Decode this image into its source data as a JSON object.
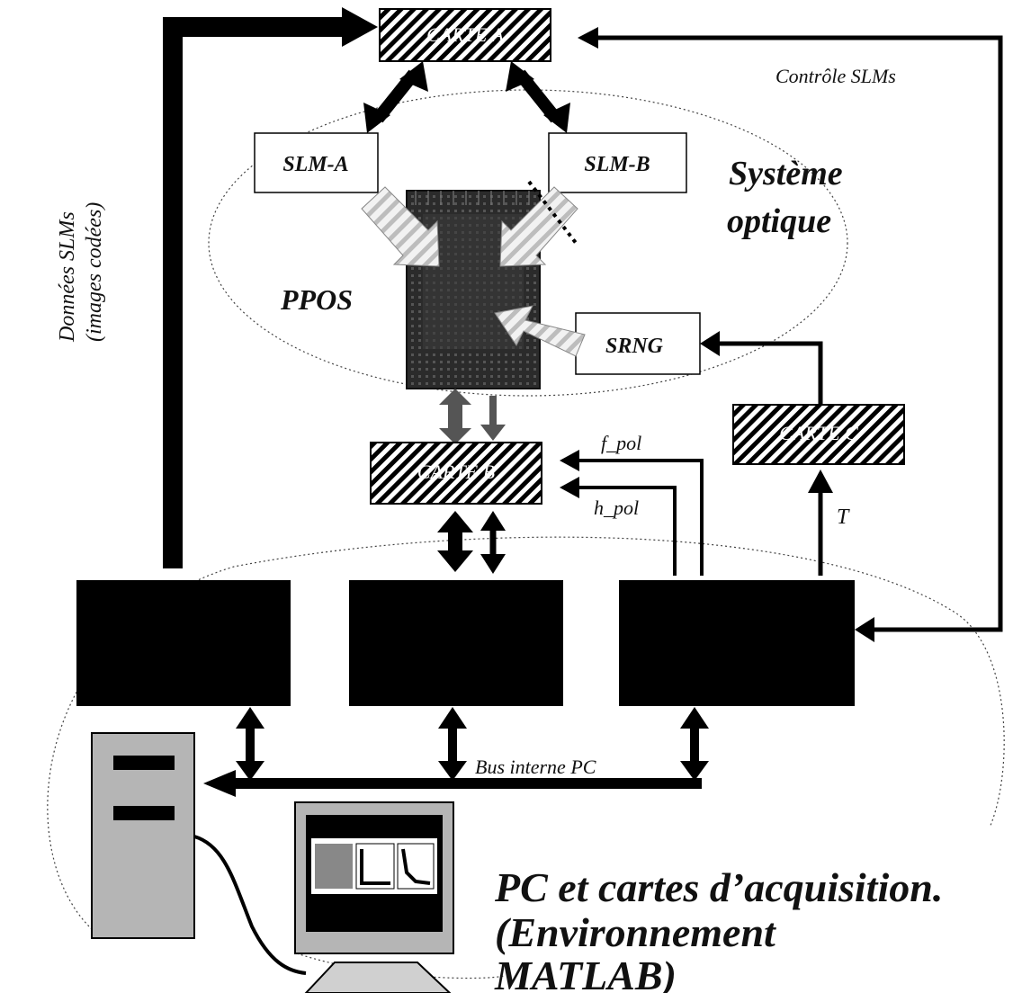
{
  "cards": {
    "a": "CARTE A",
    "b": "CARTE B",
    "c": "CARTE C"
  },
  "slm_a": "SLM-A",
  "slm_b": "SLM-B",
  "srng": "SRNG",
  "ppos": "PPOS",
  "optical_system": {
    "line1": "Système",
    "line2": "optique"
  },
  "control_label": "Contrôle SLMs",
  "data_label": {
    "line1": "Données SLMs",
    "line2": "(images codées)"
  },
  "f_pol": "f_pol",
  "h_pol": "h_pol",
  "t_label": "T",
  "bus_label": "Bus interne PC",
  "pc_caption": {
    "line1": "PC et cartes d’acquisition.",
    "line2": "(Environnement",
    "line3": "MATLAB)"
  },
  "colors": {
    "ink": "#000000",
    "chip": "#2b2b2b",
    "arrow_fill": "#d8d8d8",
    "pc_body": "#b5b5b5"
  }
}
